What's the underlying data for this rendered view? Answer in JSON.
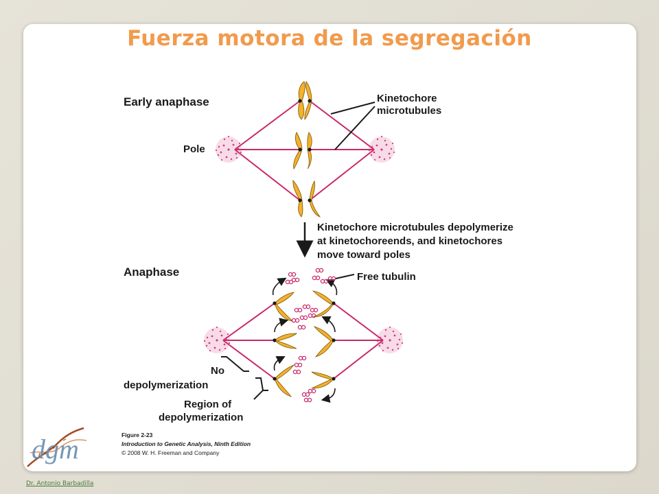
{
  "title": "Fuerza motora de la segregación",
  "diagram": {
    "early_anaphase": "Early anaphase",
    "kinetochore_line1": "Kinetochore",
    "kinetochore_line2": "microtubules",
    "pole": "Pole",
    "caption_line1": "Kinetochore microtubules depolymerize",
    "caption_line2": "at kinetochoreends, and kinetochores",
    "caption_line3": "move toward poles",
    "anaphase": "Anaphase",
    "free_tubulin": "Free tubulin",
    "no_line1": "No",
    "no_line2": "depolymerization",
    "region_line1": "Region of",
    "region_line2": "depolymerization"
  },
  "figure_credit": {
    "figure": "Figure 2-23",
    "book": "Introduction to Genetic Analysis, Ninth Edition",
    "copyright": "© 2008 W. H. Freeman and Company"
  },
  "logo": {
    "text": "dgm"
  },
  "footer": {
    "author_link": "Dr. Antonio Barbadilla"
  },
  "colors": {
    "title": "#f29a4c",
    "microtubule": "#c8286a",
    "chromosome": "#f2b12e",
    "chromosome_outline": "#7a5200",
    "pole": "#d23c7c"
  }
}
